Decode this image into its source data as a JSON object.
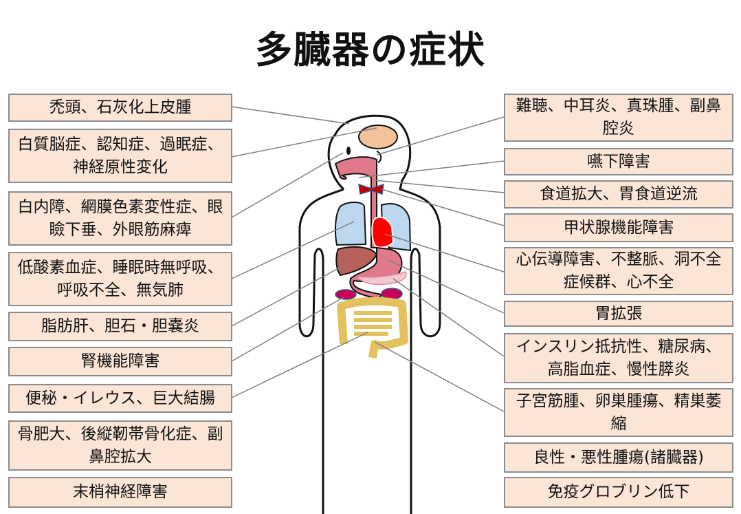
{
  "title": "多臓器の症状",
  "left_boxes": [
    "禿頭、石灰化上皮腫",
    "白質脳症、認知症、過眠症、神経原性変化",
    "白内障、網膜色素変性症、眼瞼下垂、外眼筋麻痺",
    "低酸素血症、睡眠時無呼吸、呼吸不全、無気肺",
    "脂肪肝、胆石・胆嚢炎",
    "腎機能障害",
    "便秘・イレウス、巨大結腸",
    "骨肥大、後縦靭帯骨化症、副鼻腔拡大",
    "末梢神経障害"
  ],
  "right_boxes": [
    "難聴、中耳炎、真珠腫、副鼻腔炎",
    "嚥下障害",
    "食道拡大、胃食道逆流",
    "甲状腺機能障害",
    "心伝導障害、不整脈、洞不全症候群、心不全",
    "胃拡張",
    "インスリン抵抗性、糖尿病、高脂血症、慢性膵炎",
    "子宮筋腫、卵巣腫瘍、精巣萎縮",
    "良性・悪性腫瘍(諸臓器)",
    "免疫グロブリン低下"
  ],
  "colors": {
    "box_fill": "#fbe5d6",
    "box_border": "#8c8c8c",
    "lung": "#bdd7ee",
    "heart": "#ff0000",
    "liver": "#b8605a",
    "stomach": "#e07a8a",
    "intestine": "#e2c15f",
    "kidney": "#c9005a",
    "brain": "#f2c29a",
    "thyroid": "#c00000"
  }
}
